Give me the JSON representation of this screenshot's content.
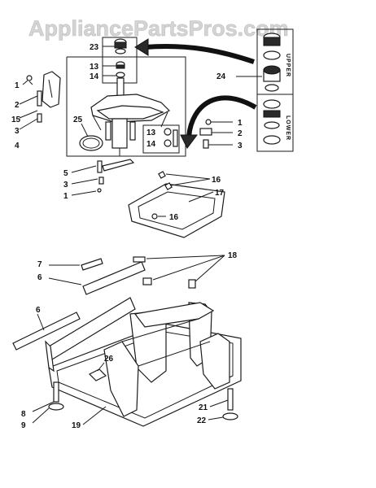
{
  "watermark": "AppliancePartsPros.com",
  "labels": {
    "upper": "UPPER",
    "lower": "LOWER"
  },
  "callouts": [
    {
      "id": "23a",
      "text": "23"
    },
    {
      "id": "13a",
      "text": "13"
    },
    {
      "id": "14a",
      "text": "14"
    },
    {
      "id": "24",
      "text": "24"
    },
    {
      "id": "1a",
      "text": "1"
    },
    {
      "id": "2a",
      "text": "2"
    },
    {
      "id": "15",
      "text": "15"
    },
    {
      "id": "3a",
      "text": "3"
    },
    {
      "id": "25",
      "text": "25"
    },
    {
      "id": "4",
      "text": "4"
    },
    {
      "id": "13b",
      "text": "13"
    },
    {
      "id": "14b",
      "text": "14"
    },
    {
      "id": "1b",
      "text": "1"
    },
    {
      "id": "2b",
      "text": "2"
    },
    {
      "id": "3b",
      "text": "3"
    },
    {
      "id": "5",
      "text": "5"
    },
    {
      "id": "3c",
      "text": "3"
    },
    {
      "id": "1c",
      "text": "1"
    },
    {
      "id": "16a",
      "text": "16"
    },
    {
      "id": "17",
      "text": "17"
    },
    {
      "id": "16b",
      "text": "16"
    },
    {
      "id": "7",
      "text": "7"
    },
    {
      "id": "18",
      "text": "18"
    },
    {
      "id": "6a",
      "text": "6"
    },
    {
      "id": "6b",
      "text": "6"
    },
    {
      "id": "26",
      "text": "26"
    },
    {
      "id": "8",
      "text": "8"
    },
    {
      "id": "9",
      "text": "9"
    },
    {
      "id": "21",
      "text": "21"
    },
    {
      "id": "19",
      "text": "19"
    },
    {
      "id": "22",
      "text": "22"
    }
  ]
}
